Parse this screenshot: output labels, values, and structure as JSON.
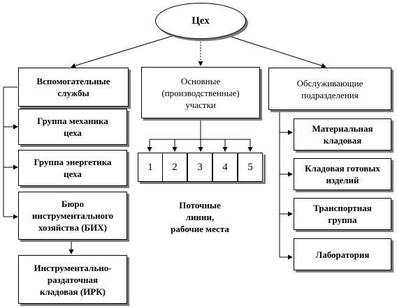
{
  "root": "Цех",
  "main_units": {
    "auxiliary": "Вспомогательные\nслужбы",
    "main": "Основные\n(производственные)\nучастки",
    "service": "Обслуживающие\nподразделения"
  },
  "auxiliary_items": [
    "Группа механика\nцеха",
    "Группа энергетика\nцеха",
    "Бюро\nинструментального\nхозяйства (БИХ)"
  ],
  "tool_store": "Инструментально-\nраздаточная\nкладовая (ИРК)",
  "sections": [
    "1",
    "2",
    "3",
    "4",
    "5"
  ],
  "sections_caption": "Поточные\nлинии,\nрабочие места",
  "service_items": [
    "Материальная\nкладовая",
    "Кладовая готовых\nизделий",
    "Транспортная\nгруппа",
    "Лаборатория"
  ]
}
